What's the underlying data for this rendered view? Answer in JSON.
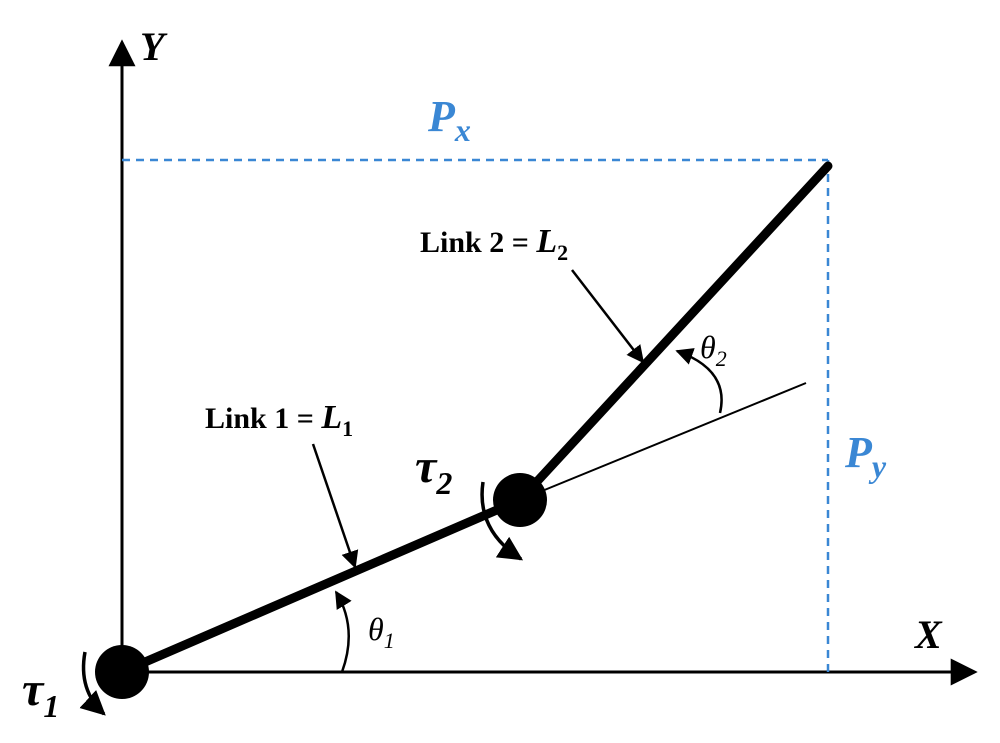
{
  "axes": {
    "x_label": "X",
    "y_label": "Y"
  },
  "projections": {
    "px_label": "P",
    "px_sub": "x",
    "py_label": "P",
    "py_sub": "y"
  },
  "links": [
    {
      "text": "Link 1 = ",
      "sym": "L",
      "sub": "1"
    },
    {
      "text": "Link 2 = ",
      "sym": "L",
      "sub": "2"
    }
  ],
  "angles": [
    {
      "sym": "θ",
      "sub": "1"
    },
    {
      "sym": "θ",
      "sub": "2"
    }
  ],
  "torques": [
    {
      "sym": "τ",
      "sub": "1"
    },
    {
      "sym": "τ",
      "sub": "2"
    }
  ],
  "colors": {
    "ink": "#000000",
    "projection": "#3a87d4"
  }
}
